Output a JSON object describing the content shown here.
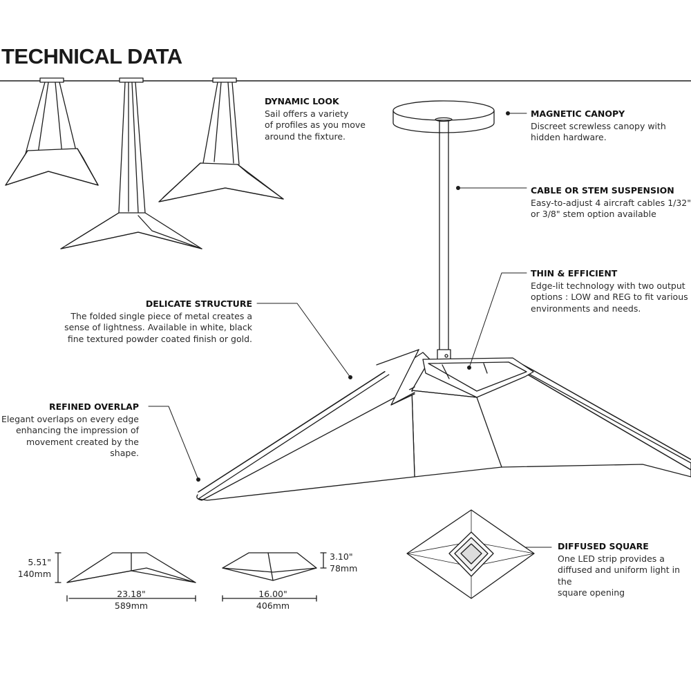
{
  "title": "TECHNICAL DATA",
  "callouts": {
    "dynamic_look": {
      "heading": "DYNAMIC LOOK",
      "body": "Sail offers a variety\nof profiles as you move\naround the fixture."
    },
    "magnetic_canopy": {
      "heading": "MAGNETIC CANOPY",
      "body": "Discreet screwless canopy with\nhidden hardware."
    },
    "cable_stem": {
      "heading": "CABLE OR STEM SUSPENSION",
      "body": "Easy-to-adjust 4 aircraft cables 1/32\"\nor 3/8\" stem option available"
    },
    "thin_efficient": {
      "heading": "THIN & EFFICIENT",
      "body": "Edge-lit technology with two output\noptions :  LOW and REG to fit various\nenvironments and needs."
    },
    "delicate_structure": {
      "heading": "DELICATE STRUCTURE",
      "body": "The folded single piece of metal creates a\nsense of lightness. Available in white,  black\nfine textured powder coated finish or gold."
    },
    "refined_overlap": {
      "heading": "REFINED OVERLAP",
      "body": "Elegant overlaps on every edge\nenhancing the impression of\nmovement created by the shape."
    },
    "diffused_square": {
      "heading": "DIFFUSED SQUARE",
      "body": "One LED strip provides a\ndiffused and uniform light in the\nsquare opening"
    }
  },
  "dimensions": {
    "large": {
      "height_in": "5.51\"",
      "height_mm": "140mm",
      "width_in": "23.18\"",
      "width_mm": "589mm"
    },
    "small": {
      "height_in": "3.10\"",
      "height_mm": "78mm",
      "width_in": "16.00\"",
      "width_mm": "406mm"
    }
  }
}
